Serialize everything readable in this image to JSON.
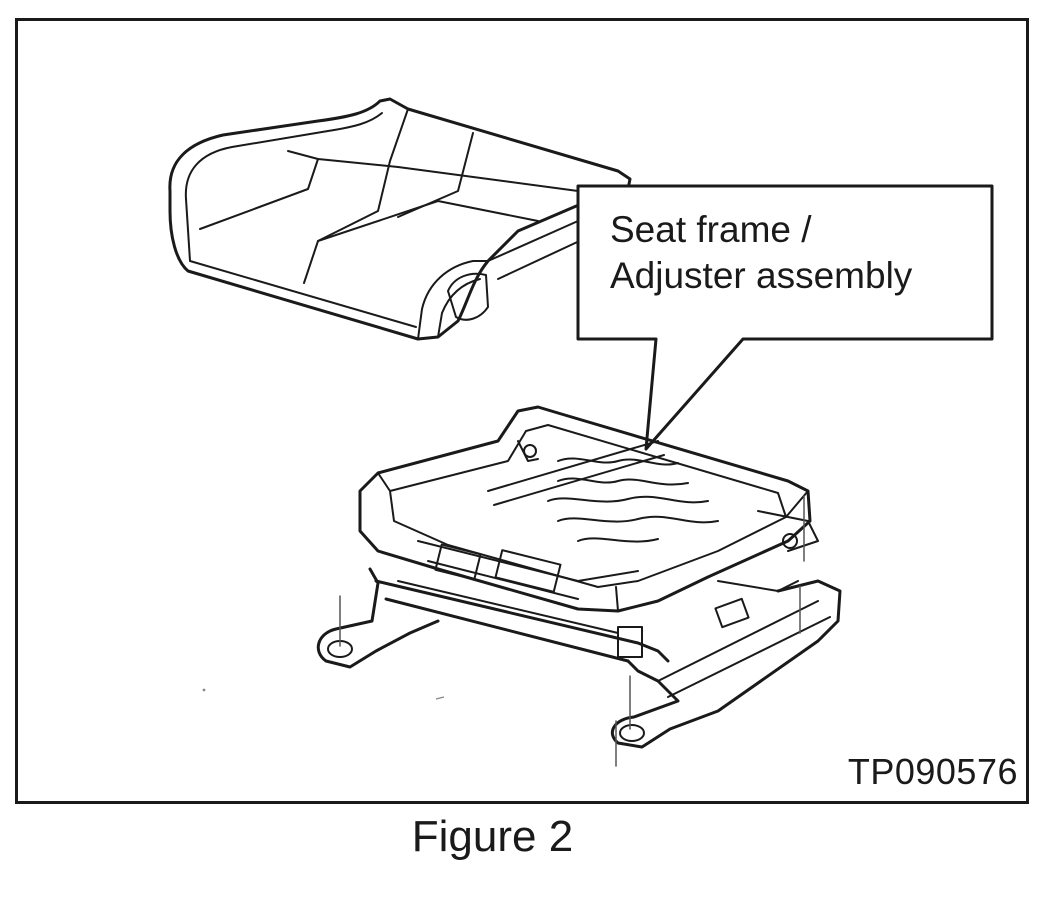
{
  "callout": {
    "line1": "Seat frame /",
    "line2": "Adjuster assembly"
  },
  "part_number": "TP090576",
  "caption": "Figure 2"
}
